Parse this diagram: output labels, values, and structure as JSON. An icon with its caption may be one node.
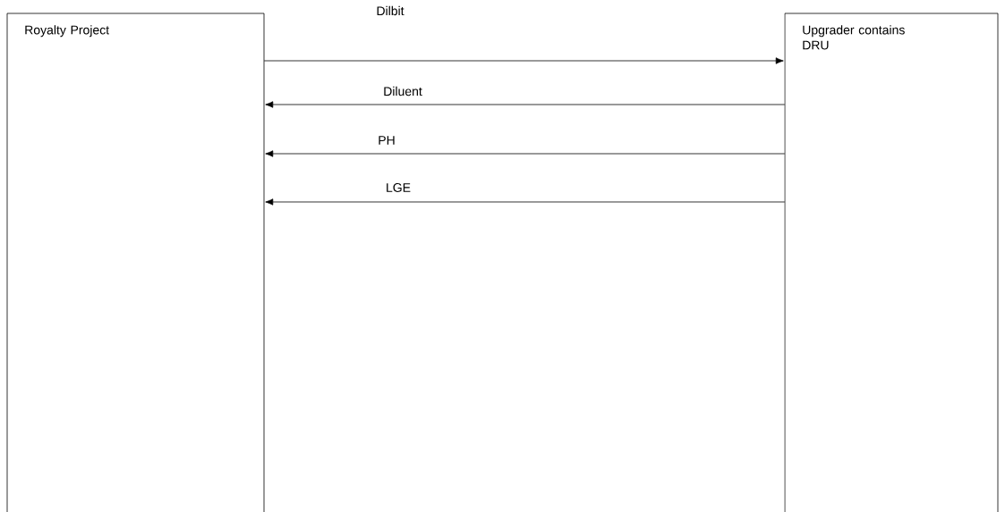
{
  "diagram": {
    "nodes": [
      {
        "text": [
          "Royalty Project"
        ]
      },
      {
        "text": [
          "Upgrader contains DRU"
        ]
      }
    ],
    "edges": [
      {
        "from": 0,
        "to": 1,
        "arrow": "to",
        "label": "Dilbit"
      },
      {
        "from": 1,
        "to": 0,
        "arrow": "to",
        "label": "Diluent"
      },
      {
        "from": 1,
        "to": 0,
        "arrow": "to",
        "label": "PH"
      },
      {
        "from": 1,
        "to": 0,
        "arrow": "to",
        "label": "LGE"
      }
    ]
  }
}
